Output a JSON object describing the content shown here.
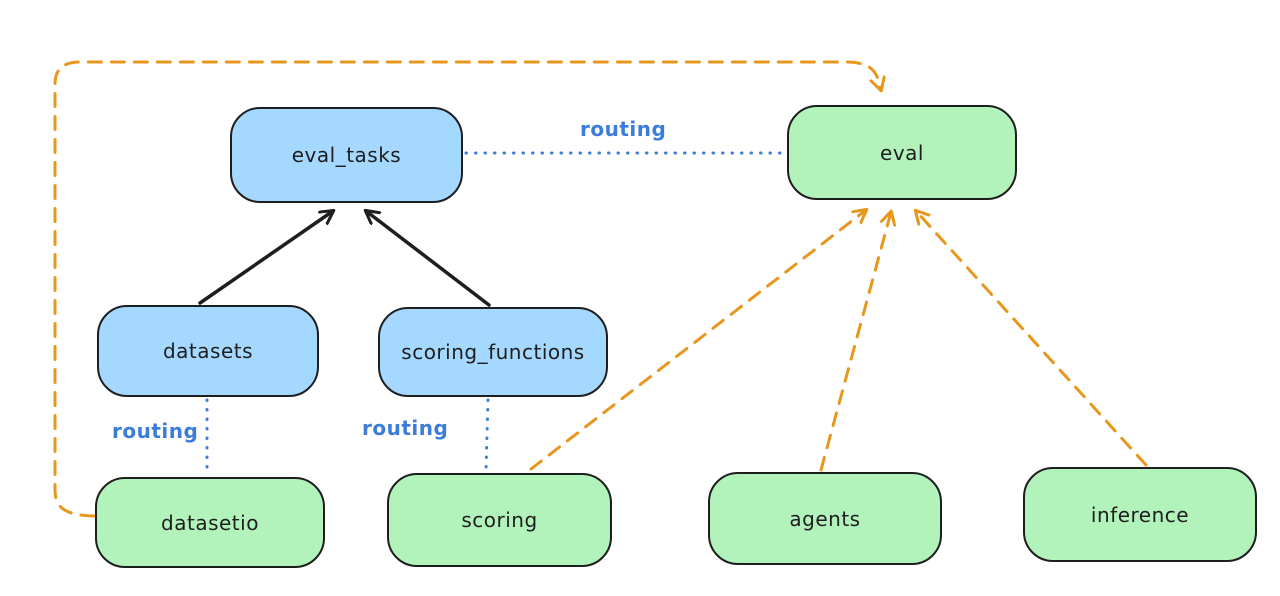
{
  "diagram": {
    "type": "architecture-graph",
    "background": "#ffffff",
    "colors": {
      "registry_fill_blue": "#a5d8ff",
      "api_fill_green": "#b2f2bb",
      "stroke_black": "#1e1e1e",
      "routing_blue": "#3b7dd8",
      "provider_orange": "#e8971e"
    },
    "nodes": {
      "eval_tasks": {
        "label": "eval_tasks",
        "fill": "#a5d8ff"
      },
      "eval": {
        "label": "eval",
        "fill": "#b2f2bb"
      },
      "datasets": {
        "label": "datasets",
        "fill": "#a5d8ff"
      },
      "scoring_functions": {
        "label": "scoring_functions",
        "fill": "#a5d8ff"
      },
      "datasetio": {
        "label": "datasetio",
        "fill": "#b2f2bb"
      },
      "scoring": {
        "label": "scoring",
        "fill": "#b2f2bb"
      },
      "agents": {
        "label": "agents",
        "fill": "#b2f2bb"
      },
      "inference": {
        "label": "inference",
        "fill": "#b2f2bb"
      }
    },
    "edge_labels": {
      "routing_top": "routing",
      "routing_left": "routing",
      "routing_mid": "routing"
    },
    "edges": [
      {
        "from": "datasets",
        "to": "eval_tasks",
        "style": "solid-black-arrow"
      },
      {
        "from": "scoring_functions",
        "to": "eval_tasks",
        "style": "solid-black-arrow"
      },
      {
        "from": "eval_tasks",
        "to": "eval",
        "style": "dotted-blue-line",
        "label": "routing"
      },
      {
        "from": "datasets",
        "to": "datasetio",
        "style": "dotted-blue-line",
        "label": "routing"
      },
      {
        "from": "scoring_functions",
        "to": "scoring",
        "style": "dotted-blue-line",
        "label": "routing"
      },
      {
        "from": "datasetio",
        "to": "eval",
        "style": "dashed-orange-arrow",
        "route": "around-left-and-top"
      },
      {
        "from": "scoring",
        "to": "eval",
        "style": "dashed-orange-arrow"
      },
      {
        "from": "agents",
        "to": "eval",
        "style": "dashed-orange-arrow"
      },
      {
        "from": "inference",
        "to": "eval",
        "style": "dashed-orange-arrow"
      }
    ]
  }
}
